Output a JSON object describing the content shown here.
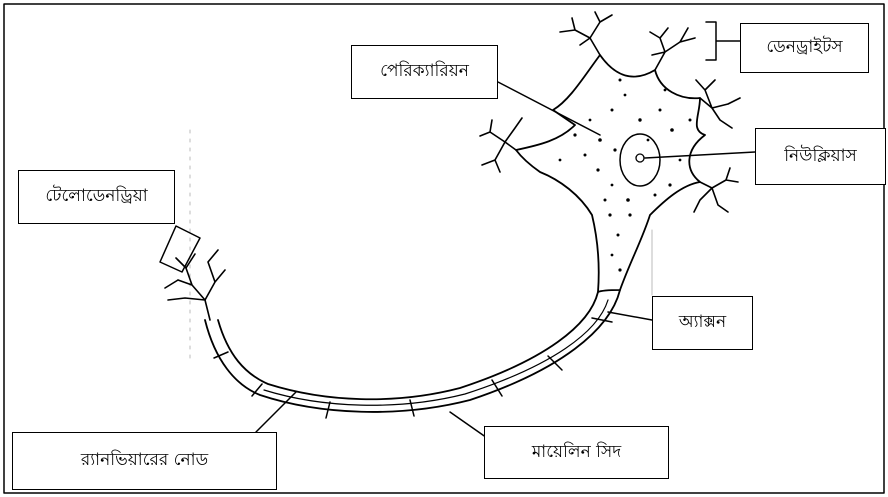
{
  "labels": {
    "dendrites": "ডেনড্রাইটস",
    "perikaryon": "পেরিক্যারিয়ন",
    "nucleus": "নিউক্লিয়াস",
    "telodendria": "টেলোডেনড্রিয়া",
    "axon": "অ্যাক্সন",
    "node_of_ranvier": "র‍্যানভিয়ারের নোড",
    "myelin_sheath": "মায়েলিন সিদ"
  }
}
